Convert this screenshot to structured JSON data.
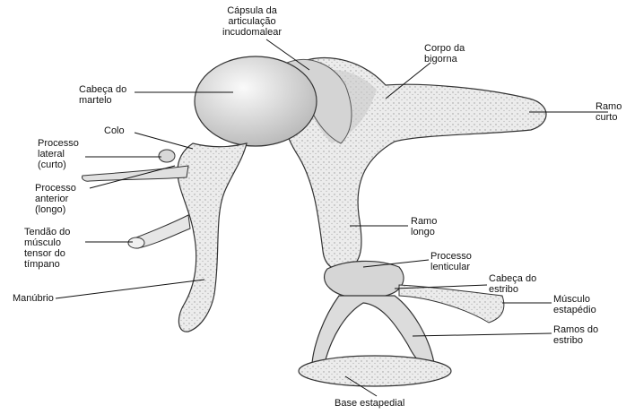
{
  "labels": {
    "capsule": "Cápsula da\narticulação\nincudomalear",
    "incus_body": "Corpo da\nbigorna",
    "malleus_head": "Cabeça do\nmartelo",
    "short_process": "Ramo\ncurto",
    "neck": "Colo",
    "lateral_process": "Processo\nlateral\n(curto)",
    "anterior_process": "Processo\nanterior\n(longo)",
    "long_process": "Ramo\nlongo",
    "tensor_tendon": "Tendão do\nmúsculo\ntensor do\ntímpano",
    "lenticular": "Processo\nlenticular",
    "stapes_head": "Cabeça do\nestribo",
    "manubrium": "Manúbrio",
    "stapedius": "Músculo\nestapédio",
    "stapes_crura": "Ramos do\nestribo",
    "footplate": "Base estapedial"
  },
  "colors": {
    "ink": "#111111",
    "bone_fill": "#e9e9e9",
    "bone_shade": "#bdbdbd",
    "background": "#ffffff"
  }
}
